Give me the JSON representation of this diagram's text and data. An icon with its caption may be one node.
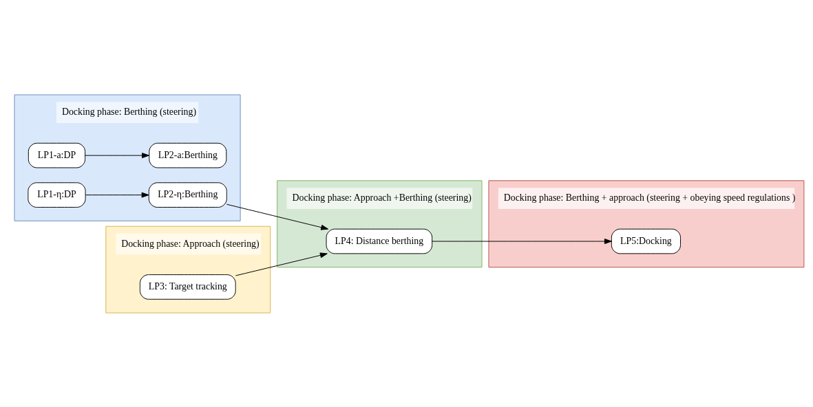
{
  "diagram": {
    "nodes": [
      {
        "text": [
          "Docking phase: Berthing (steering)"
        ]
      },
      {
        "text": [
          "LP1-a:DP"
        ],
        "in": 0
      },
      {
        "text": [
          "LP2-a:Berthing"
        ],
        "in": 0
      },
      {
        "text": [
          "LP1-η:DP"
        ],
        "in": 0
      },
      {
        "text": [
          "LP2-η:Berthing"
        ],
        "in": 0
      },
      {
        "text": [
          "Docking phase: Approach (steering)"
        ]
      },
      {
        "text": [
          "LP3: Target tracking"
        ],
        "in": 5
      },
      {
        "text": [
          "Docking phase: Approach +Berthing (steering)"
        ]
      },
      {
        "text": [
          "LP4: Distance berthing"
        ],
        "in": 7
      },
      {
        "text": [
          "Docking phase: Berthing + approach (steering + obeying speed regulations )"
        ]
      },
      {
        "text": [
          "LP5:Docking"
        ],
        "in": 9
      }
    ],
    "edges": [
      {
        "from": 1,
        "to": 2,
        "arrow": "to"
      },
      {
        "from": 3,
        "to": 4,
        "arrow": "to"
      },
      {
        "from": 4,
        "to": 8,
        "arrow": "to"
      },
      {
        "from": 6,
        "to": 8,
        "arrow": "to"
      },
      {
        "from": 8,
        "to": 10,
        "arrow": "to"
      }
    ]
  }
}
